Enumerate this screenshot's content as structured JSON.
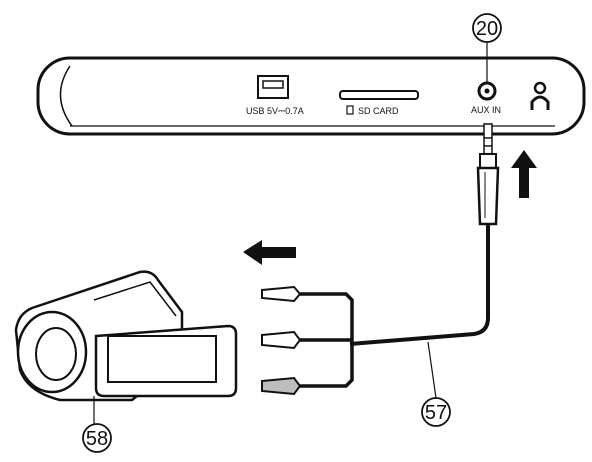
{
  "device_panel": {
    "usb_label": "USB 5V⎓0.7A",
    "sd_label": "SD CARD",
    "aux_label": "AUX IN"
  },
  "callouts": {
    "aux_jack": "20",
    "cable": "57",
    "camcorder": "58"
  },
  "colors": {
    "line": "#111111",
    "arrow": "#111111",
    "background": "#ffffff",
    "plug_gray": "#bdbdbd"
  },
  "icons": {
    "usb_port": "usb-port-icon",
    "sd_slot": "sd-slot-icon",
    "aux_jack": "aux-jack-icon",
    "headphone_jack": "headphone-jack-icon",
    "insert_arrow": "arrow-up-icon",
    "connect_arrow": "arrow-left-icon",
    "camcorder": "camcorder-icon"
  }
}
